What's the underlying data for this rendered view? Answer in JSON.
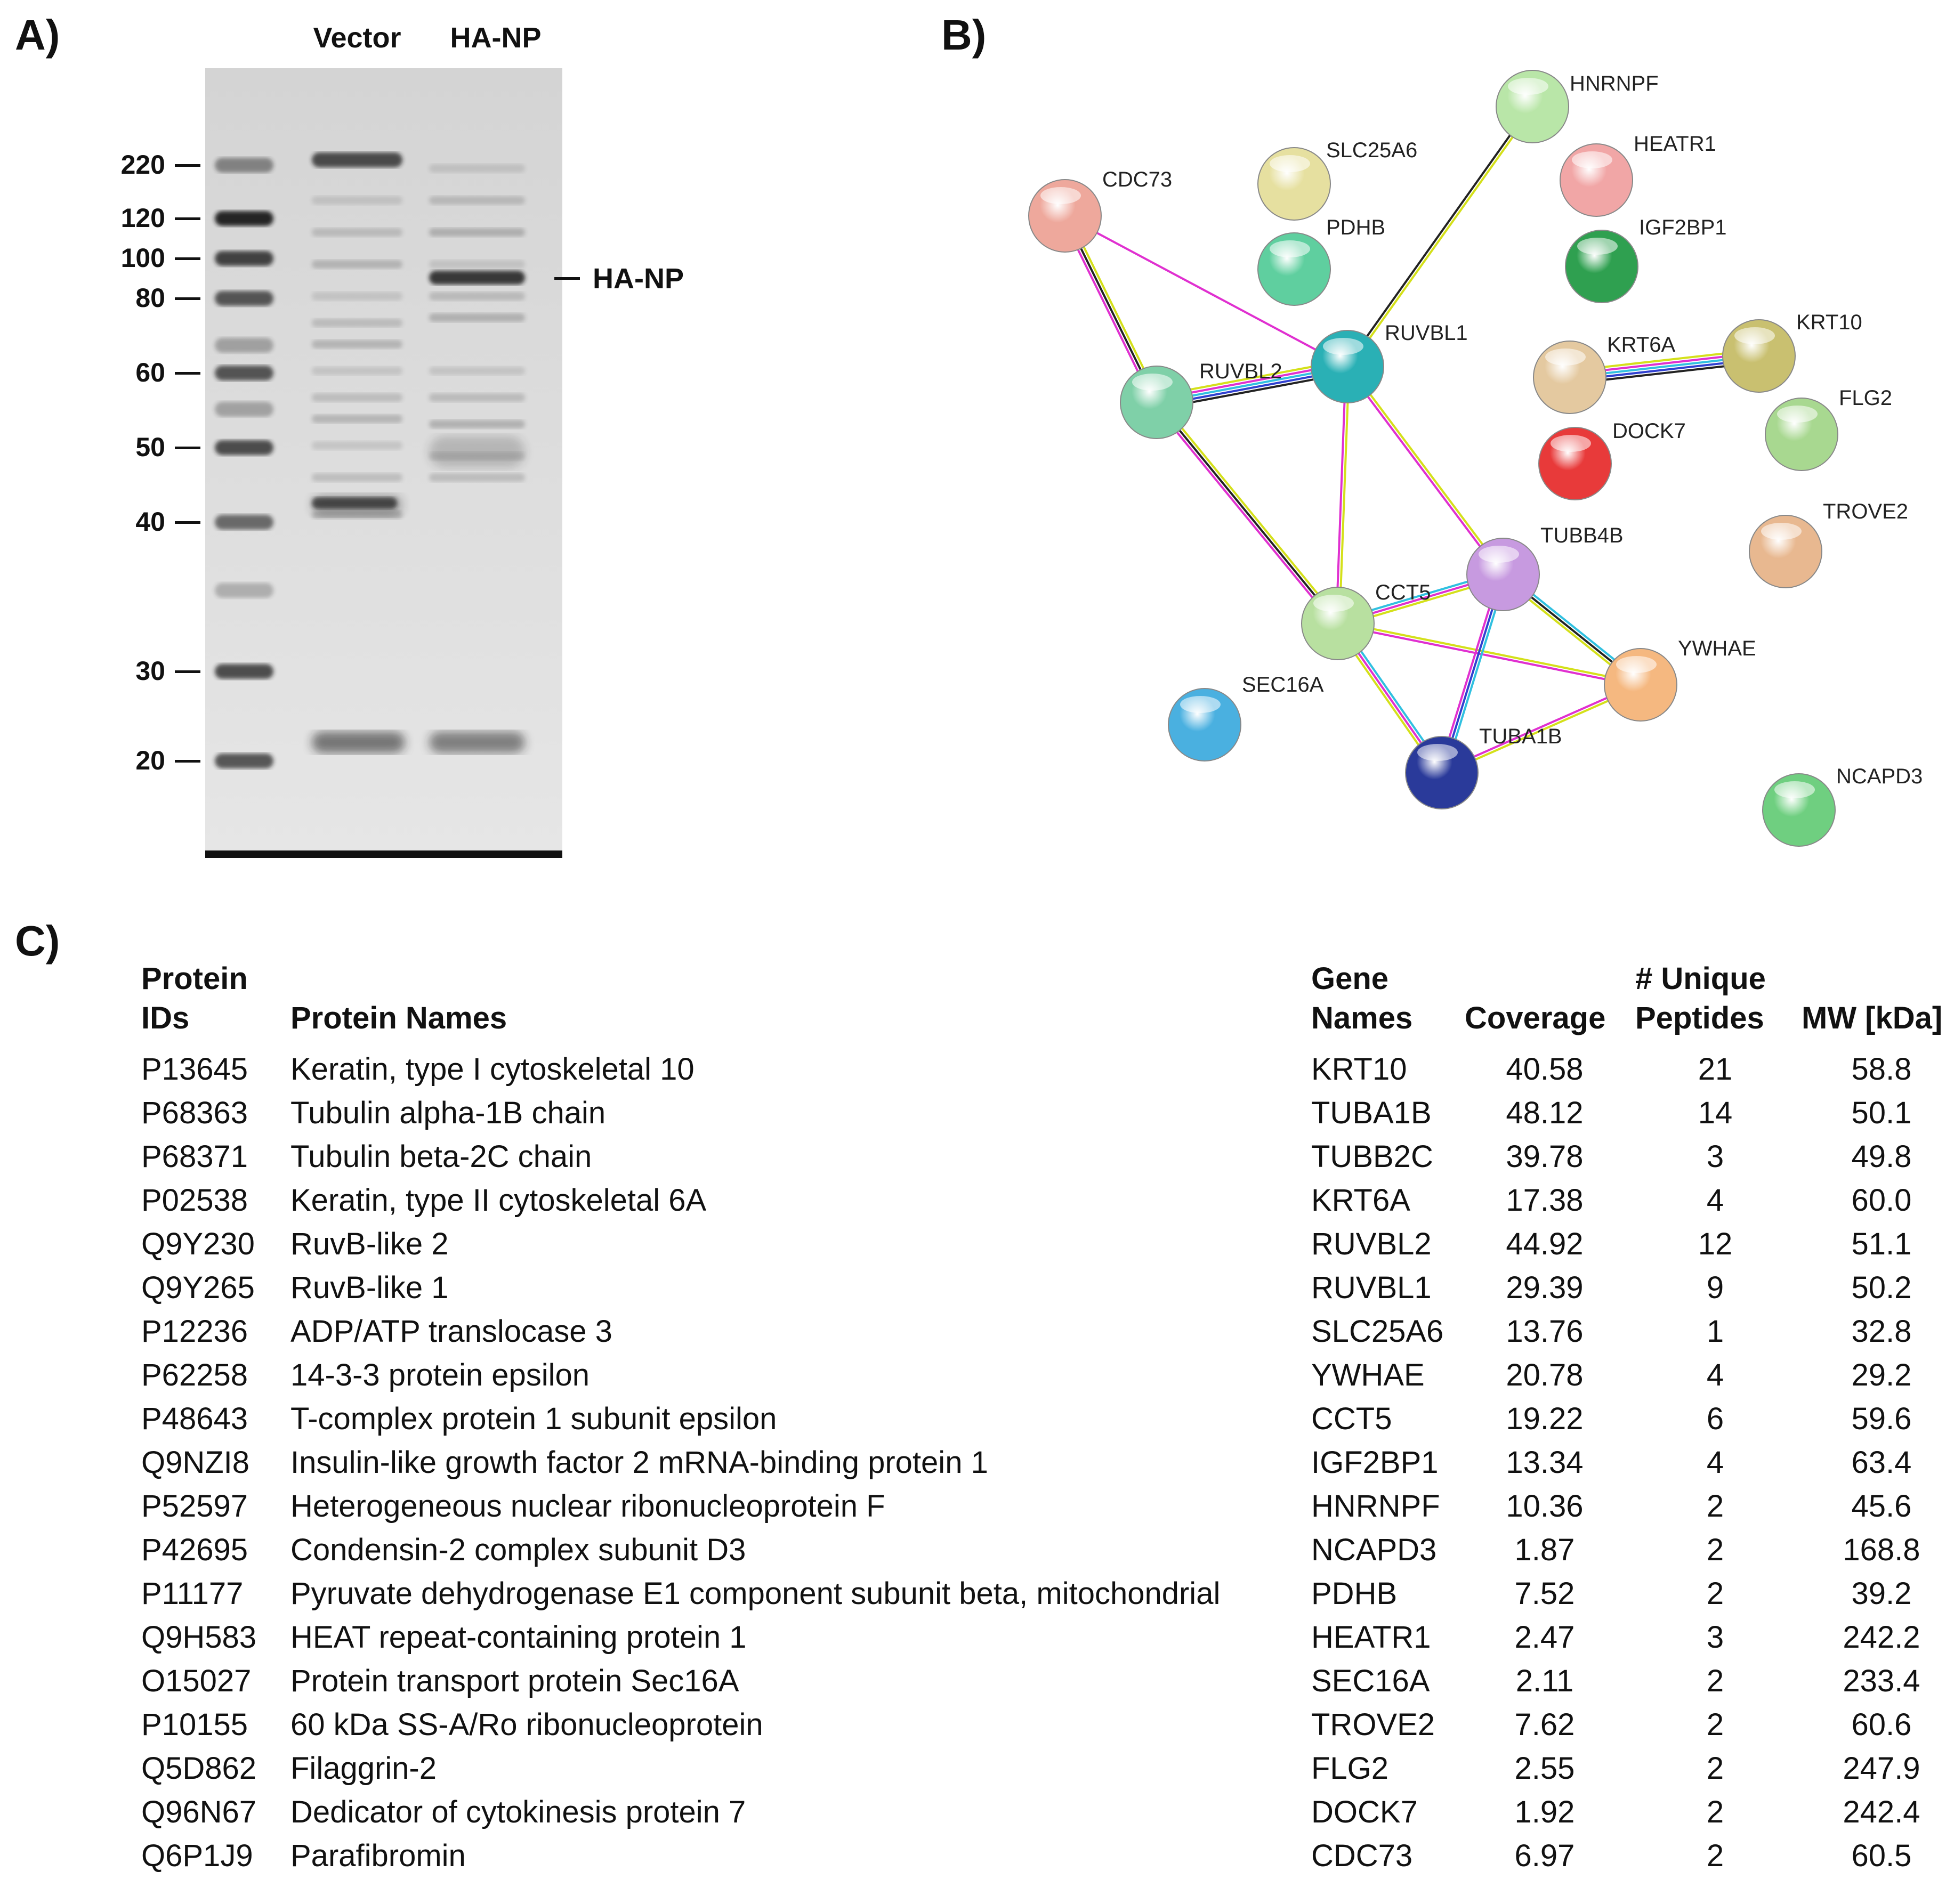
{
  "panels": {
    "a": "A)",
    "b": "B)",
    "c": "C)"
  },
  "gel": {
    "lanes": [
      "Vector",
      "HA-NP"
    ],
    "markers": [
      "220",
      "120",
      "100",
      "80",
      "60",
      "50",
      "40",
      "30",
      "20"
    ],
    "band_label": "HA-NP"
  },
  "network": {
    "nodes": [
      {
        "name": "HNRNPF",
        "color": "#b9e6a8"
      },
      {
        "name": "SLC25A6",
        "color": "#e6e0a0"
      },
      {
        "name": "HEATR1",
        "color": "#f1a6a6"
      },
      {
        "name": "CDC73",
        "color": "#eea89c"
      },
      {
        "name": "PDHB",
        "color": "#5fcf9f"
      },
      {
        "name": "IGF2BP1",
        "color": "#2fa050"
      },
      {
        "name": "RUVBL1",
        "color": "#2ab0b5"
      },
      {
        "name": "RUVBL2",
        "color": "#7fd0a8"
      },
      {
        "name": "KRT6A",
        "color": "#e4c9a0"
      },
      {
        "name": "KRT10",
        "color": "#c9c070"
      },
      {
        "name": "DOCK7",
        "color": "#e83a3a"
      },
      {
        "name": "FLG2",
        "color": "#a8d890"
      },
      {
        "name": "TROVE2",
        "color": "#e8b890"
      },
      {
        "name": "TUBB4B",
        "color": "#c79ae0"
      },
      {
        "name": "CCT5",
        "color": "#b8e0a0"
      },
      {
        "name": "YWHAE",
        "color": "#f5b880"
      },
      {
        "name": "SEC16A",
        "color": "#4ab0e0"
      },
      {
        "name": "TUBA1B",
        "color": "#2a3a9a"
      },
      {
        "name": "NCAPD3",
        "color": "#6fcf80"
      }
    ]
  },
  "table": {
    "headers": {
      "ids": [
        "Protein",
        "IDs"
      ],
      "names": [
        "",
        "Protein Names"
      ],
      "genes": [
        "Gene",
        "Names"
      ],
      "coverage": [
        "",
        "Coverage"
      ],
      "unique": [
        "# Unique",
        "Peptides"
      ],
      "mw": [
        "",
        "MW [kDa]"
      ]
    },
    "rows": [
      [
        "P13645",
        "Keratin, type I cytoskeletal 10",
        "KRT10",
        "40.58",
        "21",
        "58.8"
      ],
      [
        "P68363",
        "Tubulin alpha-1B chain",
        "TUBA1B",
        "48.12",
        "14",
        "50.1"
      ],
      [
        "P68371",
        "Tubulin beta-2C chain",
        "TUBB2C",
        "39.78",
        "3",
        "49.8"
      ],
      [
        "P02538",
        "Keratin, type II cytoskeletal 6A",
        "KRT6A",
        "17.38",
        "4",
        "60.0"
      ],
      [
        "Q9Y230",
        "RuvB-like 2",
        "RUVBL2",
        "44.92",
        "12",
        "51.1"
      ],
      [
        "Q9Y265",
        "RuvB-like 1",
        "RUVBL1",
        "29.39",
        "9",
        "50.2"
      ],
      [
        "P12236",
        "ADP/ATP translocase 3",
        "SLC25A6",
        "13.76",
        "1",
        "32.8"
      ],
      [
        "P62258",
        "14-3-3 protein epsilon",
        "YWHAE",
        "20.78",
        "4",
        "29.2"
      ],
      [
        "P48643",
        "T-complex protein 1 subunit epsilon",
        "CCT5",
        "19.22",
        "6",
        "59.6"
      ],
      [
        "Q9NZI8",
        "Insulin-like growth factor 2 mRNA-binding protein 1",
        "IGF2BP1",
        "13.34",
        "4",
        "63.4"
      ],
      [
        "P52597",
        "Heterogeneous nuclear ribonucleoprotein F",
        "HNRNPF",
        "10.36",
        "2",
        "45.6"
      ],
      [
        "P42695",
        "Condensin-2 complex subunit D3",
        "NCAPD3",
        "1.87",
        "2",
        "168.8"
      ],
      [
        "P11177",
        "Pyruvate dehydrogenase E1 component subunit beta, mitochondrial",
        "PDHB",
        "7.52",
        "2",
        "39.2"
      ],
      [
        "Q9H583",
        "HEAT repeat-containing protein 1",
        "HEATR1",
        "2.47",
        "3",
        "242.2"
      ],
      [
        "O15027",
        "Protein transport protein Sec16A",
        "SEC16A",
        "2.11",
        "2",
        "233.4"
      ],
      [
        "P10155",
        "60 kDa SS-A/Ro ribonucleoprotein",
        "TROVE2",
        "7.62",
        "2",
        "60.6"
      ],
      [
        "Q5D862",
        "Filaggrin-2",
        "FLG2",
        "2.55",
        "2",
        "247.9"
      ],
      [
        "Q96N67",
        "Dedicator of cytokinesis protein 7",
        "DOCK7",
        "1.92",
        "2",
        "242.4"
      ],
      [
        "Q6P1J9",
        "Parafibromin",
        "CDC73",
        "6.97",
        "2",
        "60.5"
      ]
    ]
  }
}
